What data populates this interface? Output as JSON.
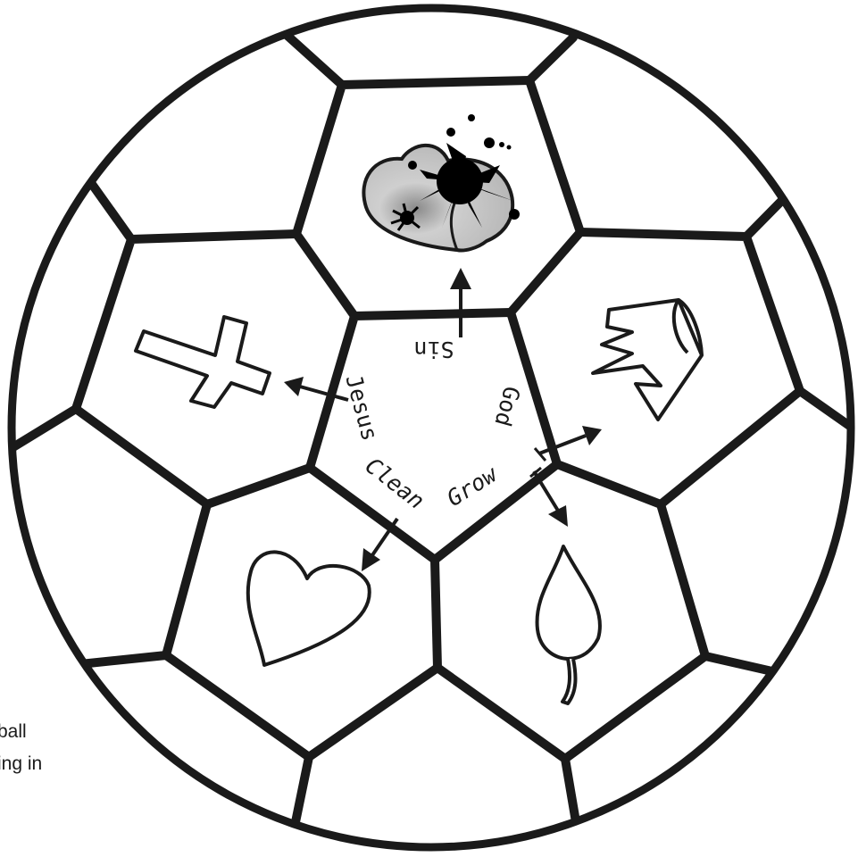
{
  "diagram": {
    "center_labels": {
      "sin": "Sin",
      "god": "God",
      "grow": "Grow",
      "clean": "Clean",
      "jesus": "Jesus"
    },
    "icons": {
      "top": "stained-heart-icon",
      "right": "crown-icon",
      "bottom_right": "leaf-icon",
      "bottom_left": "heart-icon",
      "left": "cross-icon"
    },
    "colors": {
      "line": "#1a1a1a",
      "background": "#ffffff",
      "heart_fill": "#bdbdbd",
      "ink": "#000000"
    }
  },
  "side_text": {
    "line1": "ball",
    "line2": "ing in"
  }
}
